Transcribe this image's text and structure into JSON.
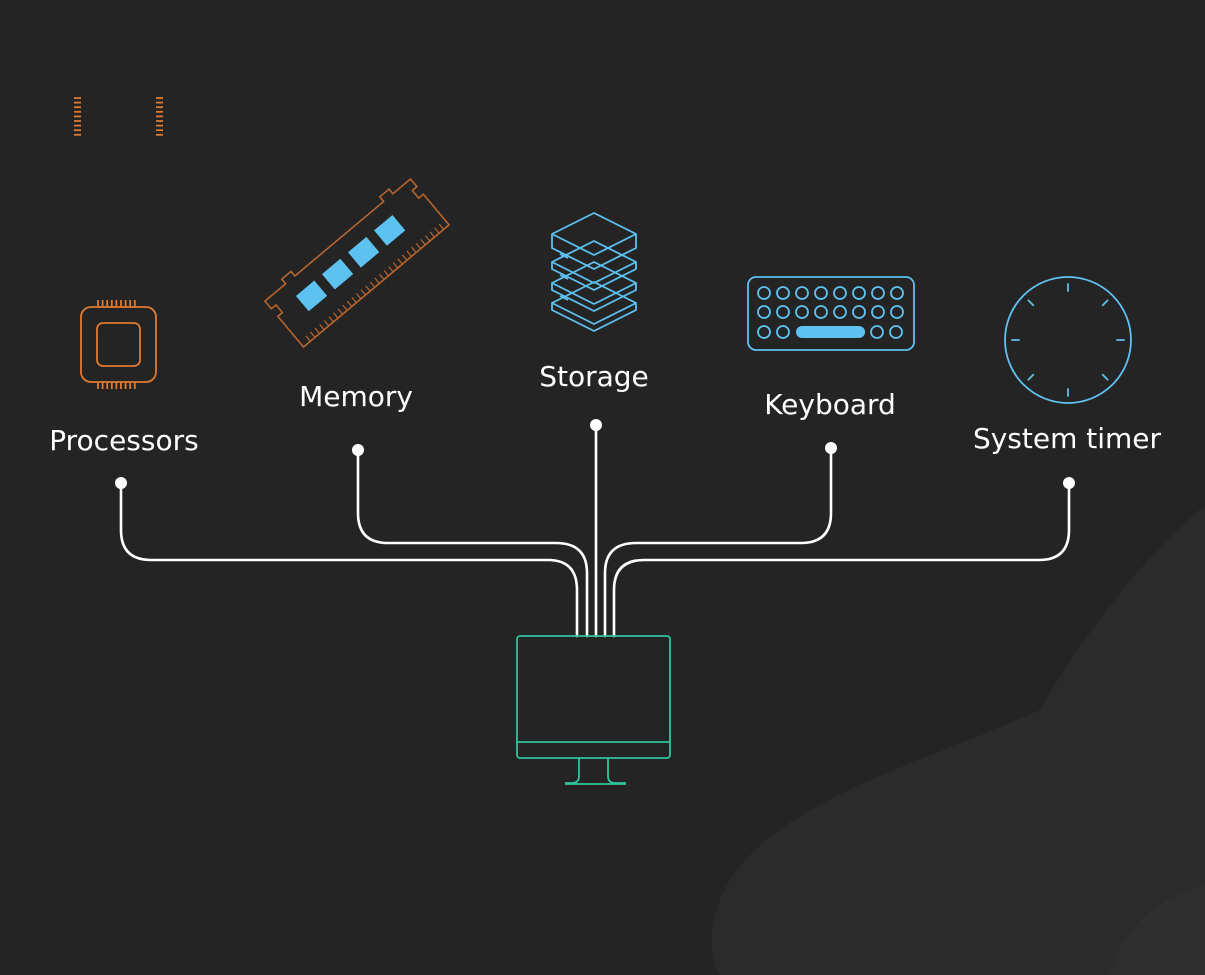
{
  "colors": {
    "background": "#242424",
    "background_blob": "#2b2b2b",
    "background_blob_light": "#2f2f2f",
    "connector": "#ffffff",
    "label": "#ffffff",
    "processor": "#e07a2f",
    "memory_outline": "#b8652d",
    "memory_chip": "#5ec2f0",
    "storage": "#5ec2f0",
    "keyboard": "#5ec2f0",
    "timer": "#5ec2f0",
    "computer": "#2fc49a"
  },
  "components": [
    {
      "label": "Processors",
      "icon": "processor-chip-icon"
    },
    {
      "label": "Memory",
      "icon": "memory-module-icon"
    },
    {
      "label": "Storage",
      "icon": "storage-stack-icon"
    },
    {
      "label": "Keyboard",
      "icon": "keyboard-icon"
    },
    {
      "label": "System timer",
      "icon": "clock-icon"
    }
  ],
  "hub": {
    "icon": "computer-monitor-icon"
  }
}
